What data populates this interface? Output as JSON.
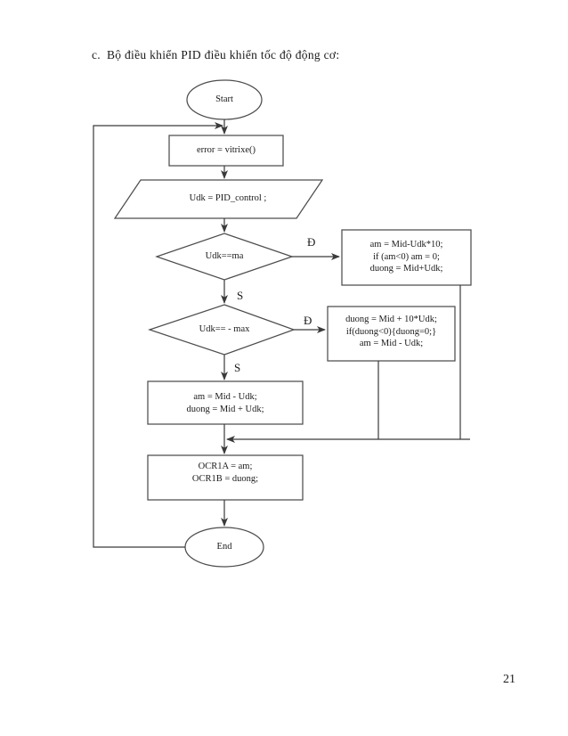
{
  "document": {
    "heading_marker": "c.",
    "heading_text": "Bộ điều khiển PID điều khiển tốc độ động cơ:",
    "page_number": "21"
  },
  "flowchart": {
    "title": "PID controller motor speed control flowchart",
    "stroke_color": "#4d4d4d",
    "text_color": "#1a1a1a",
    "nodes": {
      "start": {
        "shape": "ellipse",
        "label": "Start"
      },
      "read_error": {
        "shape": "process",
        "label": "error = vitrixe()"
      },
      "pid_control": {
        "shape": "parallelogram",
        "label": "Udk = PID_control  ;"
      },
      "decision_max": {
        "shape": "diamond",
        "label": "Udk==ma"
      },
      "decision_neg_max": {
        "shape": "diamond",
        "label": "Udk==  -  max"
      },
      "branch_max_true": {
        "shape": "process",
        "label": "am = Mid-Udk*10;\nif (am<0) am = 0;\nduong = Mid+Udk;"
      },
      "branch_neg_max_true": {
        "shape": "process",
        "label": "duong  =  Mid  +  10*Udk;\nif(duong<0){duong=0;}\nam = Mid - Udk;"
      },
      "default_assign": {
        "shape": "process",
        "label": "am = Mid - Udk;\nduong = Mid + Udk;"
      },
      "output_pwm": {
        "shape": "process",
        "label": "OCR1A = am;\n   OCR1B = duong;"
      },
      "end": {
        "shape": "ellipse",
        "label": "End"
      }
    },
    "branch_labels": {
      "max_true": "Đ",
      "max_false": "S",
      "neg_max_true": "Đ",
      "neg_max_false": "S"
    }
  }
}
